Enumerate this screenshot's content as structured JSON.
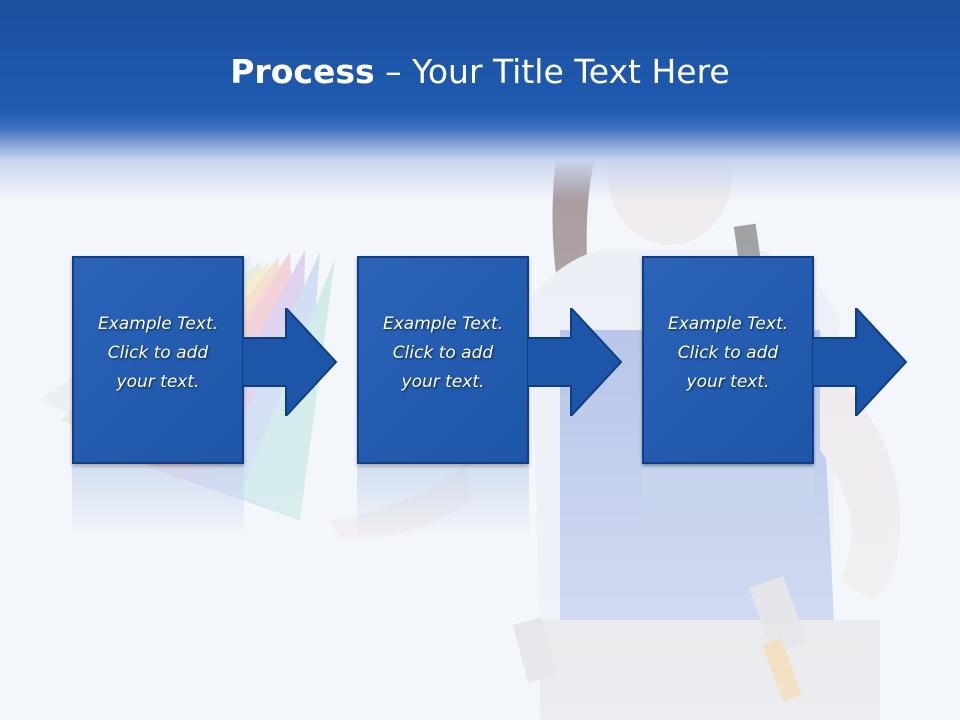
{
  "slide": {
    "title_bold": "Process",
    "title_rest": " – Your Title Text Here"
  },
  "steps": [
    {
      "line1": "Example Text.",
      "line2": "Click  to add",
      "line3": "your text."
    },
    {
      "line1": "Example Text.",
      "line2": "Click  to add",
      "line3": "your text."
    },
    {
      "line1": "Example Text.",
      "line2": "Click  to add",
      "line3": "your text."
    }
  ],
  "colors": {
    "header_blue": "#1f5bb0",
    "box_blue": "#1d55a8",
    "box_border": "#0f3e85",
    "text": "#ffffff"
  },
  "background": {
    "description_icons": [
      "color-swatch-fan-image",
      "painter-woman-image",
      "paint-brush-image"
    ]
  }
}
